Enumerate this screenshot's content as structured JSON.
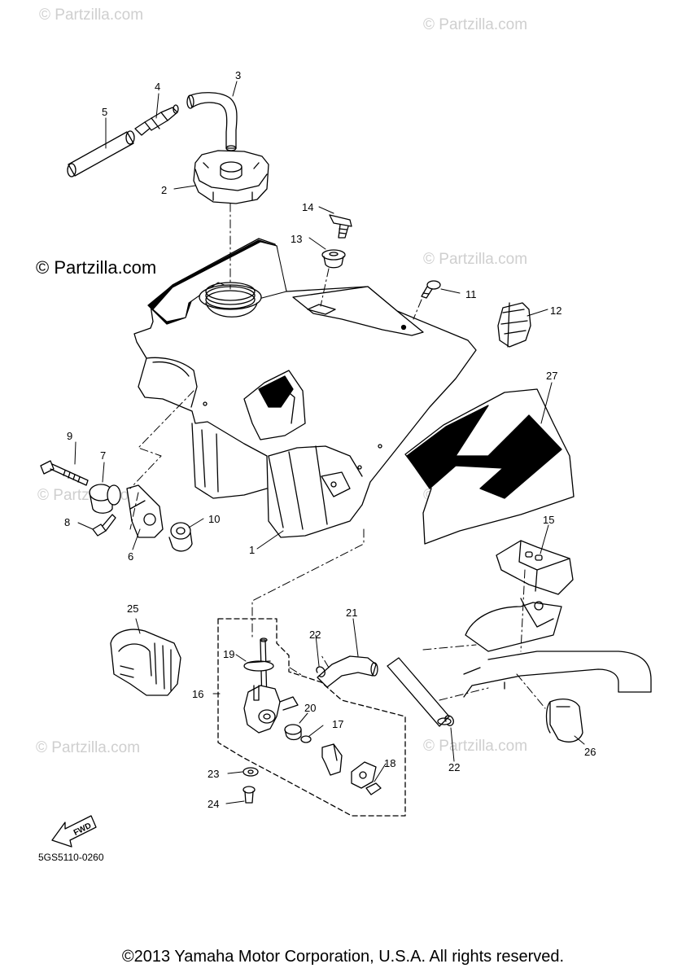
{
  "watermarks": {
    "light": "© Partzilla.com",
    "dark": "© Partzilla.com"
  },
  "diagram_code": "5GS5110-0260",
  "fwd_label": "FWD",
  "copyright": "©2013 Yamaha Motor Corporation, U.S.A. All rights reserved.",
  "callouts": {
    "c1": "1",
    "c2": "2",
    "c3": "3",
    "c4": "4",
    "c5": "5",
    "c6": "6",
    "c7": "7",
    "c8": "8",
    "c9": "9",
    "c10": "10",
    "c11": "11",
    "c12": "12",
    "c13": "13",
    "c14": "14",
    "c15": "15",
    "c16": "16",
    "c17": "17",
    "c18": "18",
    "c19": "19",
    "c20": "20",
    "c21": "21",
    "c22a": "22",
    "c22b": "22",
    "c23": "23",
    "c24": "24",
    "c25": "25",
    "c26": "26",
    "c27": "27"
  }
}
